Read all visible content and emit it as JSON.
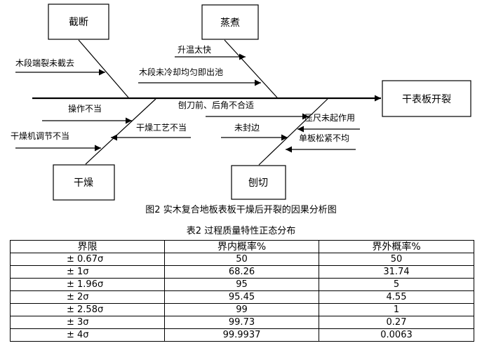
{
  "diagram": {
    "effect": "干表板开裂",
    "categories": {
      "jieduan": "截断",
      "zhengzhu": "蒸煮",
      "ganzao": "干燥",
      "baoqie": "刨切"
    },
    "causes": {
      "jieduan_1": "木段端裂未截去",
      "zhengzhu_1": "升温太快",
      "zhengzhu_2": "木段未冷却均匀即出池",
      "ganzao_1": "操作不当",
      "ganzao_2": "干燥机调节不当",
      "ganzao_3": "干燥工艺不当",
      "baoqie_1": "刨刀前、后角不合适",
      "baoqie_2": "压尺未起作用",
      "baoqie_3": "未封边",
      "baoqie_4": "单板松紧不均"
    },
    "caption": "图2  实木复合地板表板干燥后开裂的因果分析图"
  },
  "table": {
    "caption": "表2  过程质量特性正态分布",
    "headers": [
      "界限",
      "界内概率%",
      "界外概率%"
    ],
    "rows": [
      [
        "± 0.67σ",
        "50",
        "50"
      ],
      [
        "± 1σ",
        "68.26",
        "31.74"
      ],
      [
        "± 1.96σ",
        "95",
        "5"
      ],
      [
        "± 2σ",
        "95.45",
        "4.55"
      ],
      [
        "± 2.58σ",
        "99",
        "1"
      ],
      [
        "± 3σ",
        "99.73",
        "0.27"
      ],
      [
        "± 4σ",
        "99.9937",
        "0.0063"
      ]
    ]
  }
}
